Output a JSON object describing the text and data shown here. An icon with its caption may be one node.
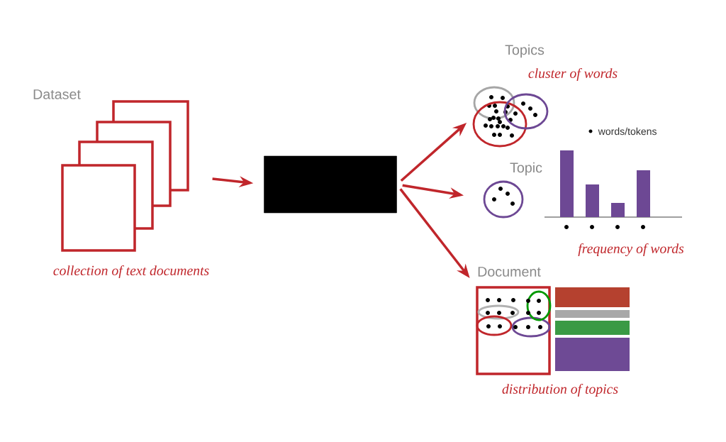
{
  "diagram": {
    "nodes": [
      {
        "text": [
          "Dataset"
        ],
        "beside": [
          "collection of text documents"
        ]
      },
      {
        "text": [],
        "shape": "box"
      },
      {
        "text": [
          "Topics"
        ],
        "beside": [
          "cluster of words"
        ]
      },
      {
        "text": [
          "Topic"
        ]
      },
      {
        "text": [
          "Document"
        ],
        "beside": [
          "distribution of topics"
        ]
      }
    ],
    "edges": [
      {
        "from": 0,
        "to": 1,
        "arrow": "to"
      },
      {
        "from": 1,
        "to": 2,
        "arrow": "to"
      },
      {
        "from": 1,
        "to": 3,
        "arrow": "to"
      },
      {
        "from": 1,
        "to": 4,
        "arrow": "to"
      }
    ],
    "labels": [
      "frequency of words"
    ],
    "legend": [
      {
        "text": "words/tokens"
      }
    ]
  }
}
